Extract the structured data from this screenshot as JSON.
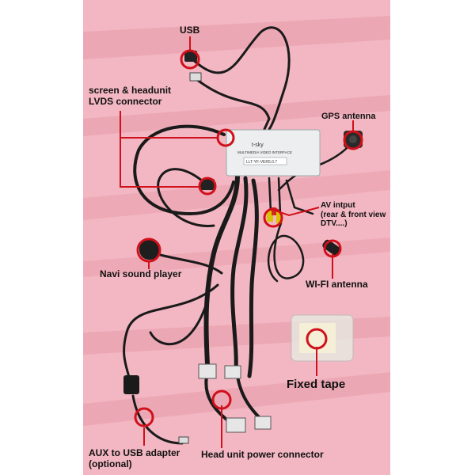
{
  "colors": {
    "background": "#f2b7c2",
    "stripe": "#e89aa9",
    "callout": "#d0101a",
    "cable": "#1a1a1a",
    "module": "#eceeef"
  },
  "module": {
    "brand": "t-sky",
    "subtitle": "MULTIMEDIA VIDEO INTERFACE",
    "model": "LLT-YF-VER5.0.7"
  },
  "labels": {
    "usb": "USB",
    "lvds": [
      "screen & headunit",
      "LVDS connector"
    ],
    "gps": "GPS antenna",
    "av": [
      "AV intput",
      "(rear & front view",
      "DTV....)"
    ],
    "navi": "Navi sound player",
    "wifi": "WI-FI antenna",
    "tape": "Fixed tape",
    "aux": [
      "AUX to USB adapter",
      "(optional)"
    ],
    "power": "Head unit power connector"
  }
}
